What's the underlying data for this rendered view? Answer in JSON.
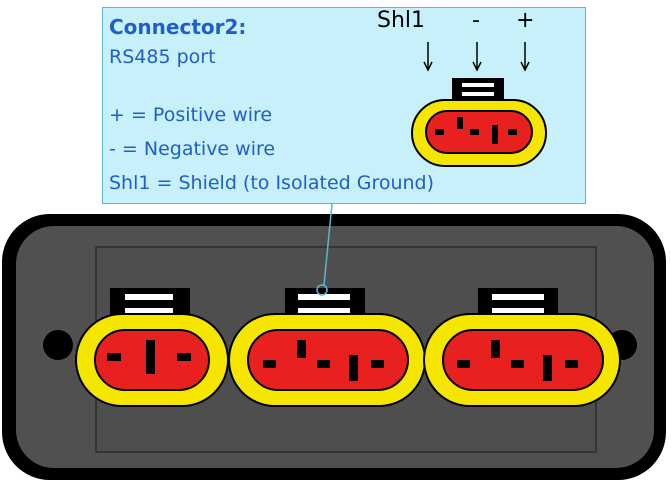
{
  "callout": {
    "title": "Connector2:",
    "subtitle": "RS485 port",
    "legend": [
      "+ = Positive wire",
      "- = Negative wire",
      "Shl1 = Shield (to Isolated Ground)"
    ]
  },
  "pinout": {
    "labels": [
      "Shl1",
      "-",
      "+"
    ]
  },
  "colors": {
    "callout_bg": "#c7f0fb",
    "callout_border": "#5ab6d3",
    "callout_text": "#1f5fc9",
    "device_body": "#505050",
    "connector_outer": "#f5e600",
    "connector_inner": "#e8201f"
  },
  "icons": [
    "connector-icon",
    "arrow-down-icon"
  ]
}
